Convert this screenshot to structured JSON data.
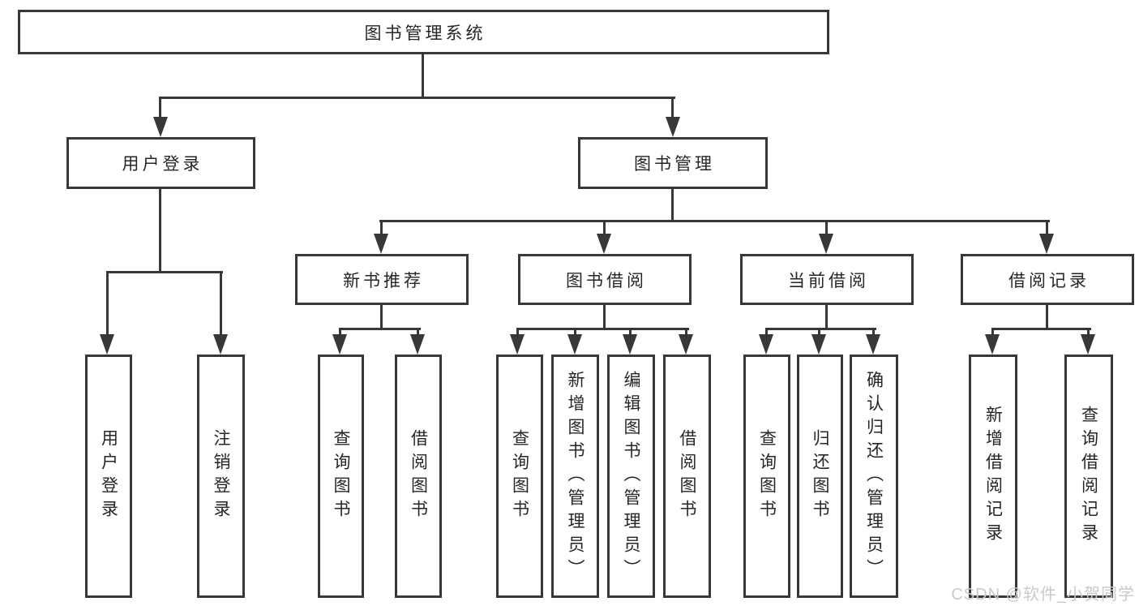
{
  "diagram": {
    "type": "hierarchy-tree",
    "title": "图书管理系统",
    "nodes": {
      "root": {
        "label": "图书管理系统"
      },
      "user_login": {
        "label": "用户登录"
      },
      "book_mgmt": {
        "label": "图书管理"
      },
      "new_book": {
        "label": "新书推荐"
      },
      "book_borrow": {
        "label": "图书借阅"
      },
      "current_borrow": {
        "label": "当前借阅"
      },
      "borrow_record": {
        "label": "借阅记录"
      },
      "leaf_user_login": {
        "label": "用户登录"
      },
      "leaf_logout": {
        "label": "注销登录"
      },
      "leaf_nb_query": {
        "label": "查询图书"
      },
      "leaf_nb_borrow": {
        "label": "借阅图书"
      },
      "leaf_bb_query": {
        "label": "查询图书"
      },
      "leaf_bb_add": {
        "label": "新增图书（管理员）"
      },
      "leaf_bb_edit": {
        "label": "编辑图书（管理员）"
      },
      "leaf_bb_borrow": {
        "label": "借阅图书"
      },
      "leaf_cb_query": {
        "label": "查询图书"
      },
      "leaf_cb_return": {
        "label": "归还图书"
      },
      "leaf_cb_confirm": {
        "label": "确认归还（管理员）"
      },
      "leaf_br_add": {
        "label": "新增借阅记录"
      },
      "leaf_br_query": {
        "label": "查询借阅记录"
      }
    },
    "hierarchy": [
      {
        "parent": "root",
        "children": [
          "user_login",
          "book_mgmt"
        ]
      },
      {
        "parent": "user_login",
        "children": [
          "leaf_user_login",
          "leaf_logout"
        ]
      },
      {
        "parent": "book_mgmt",
        "children": [
          "new_book",
          "book_borrow",
          "current_borrow",
          "borrow_record"
        ]
      },
      {
        "parent": "new_book",
        "children": [
          "leaf_nb_query",
          "leaf_nb_borrow"
        ]
      },
      {
        "parent": "book_borrow",
        "children": [
          "leaf_bb_query",
          "leaf_bb_add",
          "leaf_bb_edit",
          "leaf_bb_borrow"
        ]
      },
      {
        "parent": "current_borrow",
        "children": [
          "leaf_cb_query",
          "leaf_cb_return",
          "leaf_cb_confirm"
        ]
      },
      {
        "parent": "borrow_record",
        "children": [
          "leaf_br_add",
          "leaf_br_query"
        ]
      }
    ],
    "colors": {
      "line": "#383838",
      "text": "#262626",
      "background": "#ffffff",
      "watermark": "#c9c9c9"
    }
  },
  "watermark": {
    "text": "CSDN @软件_小贺同学"
  }
}
